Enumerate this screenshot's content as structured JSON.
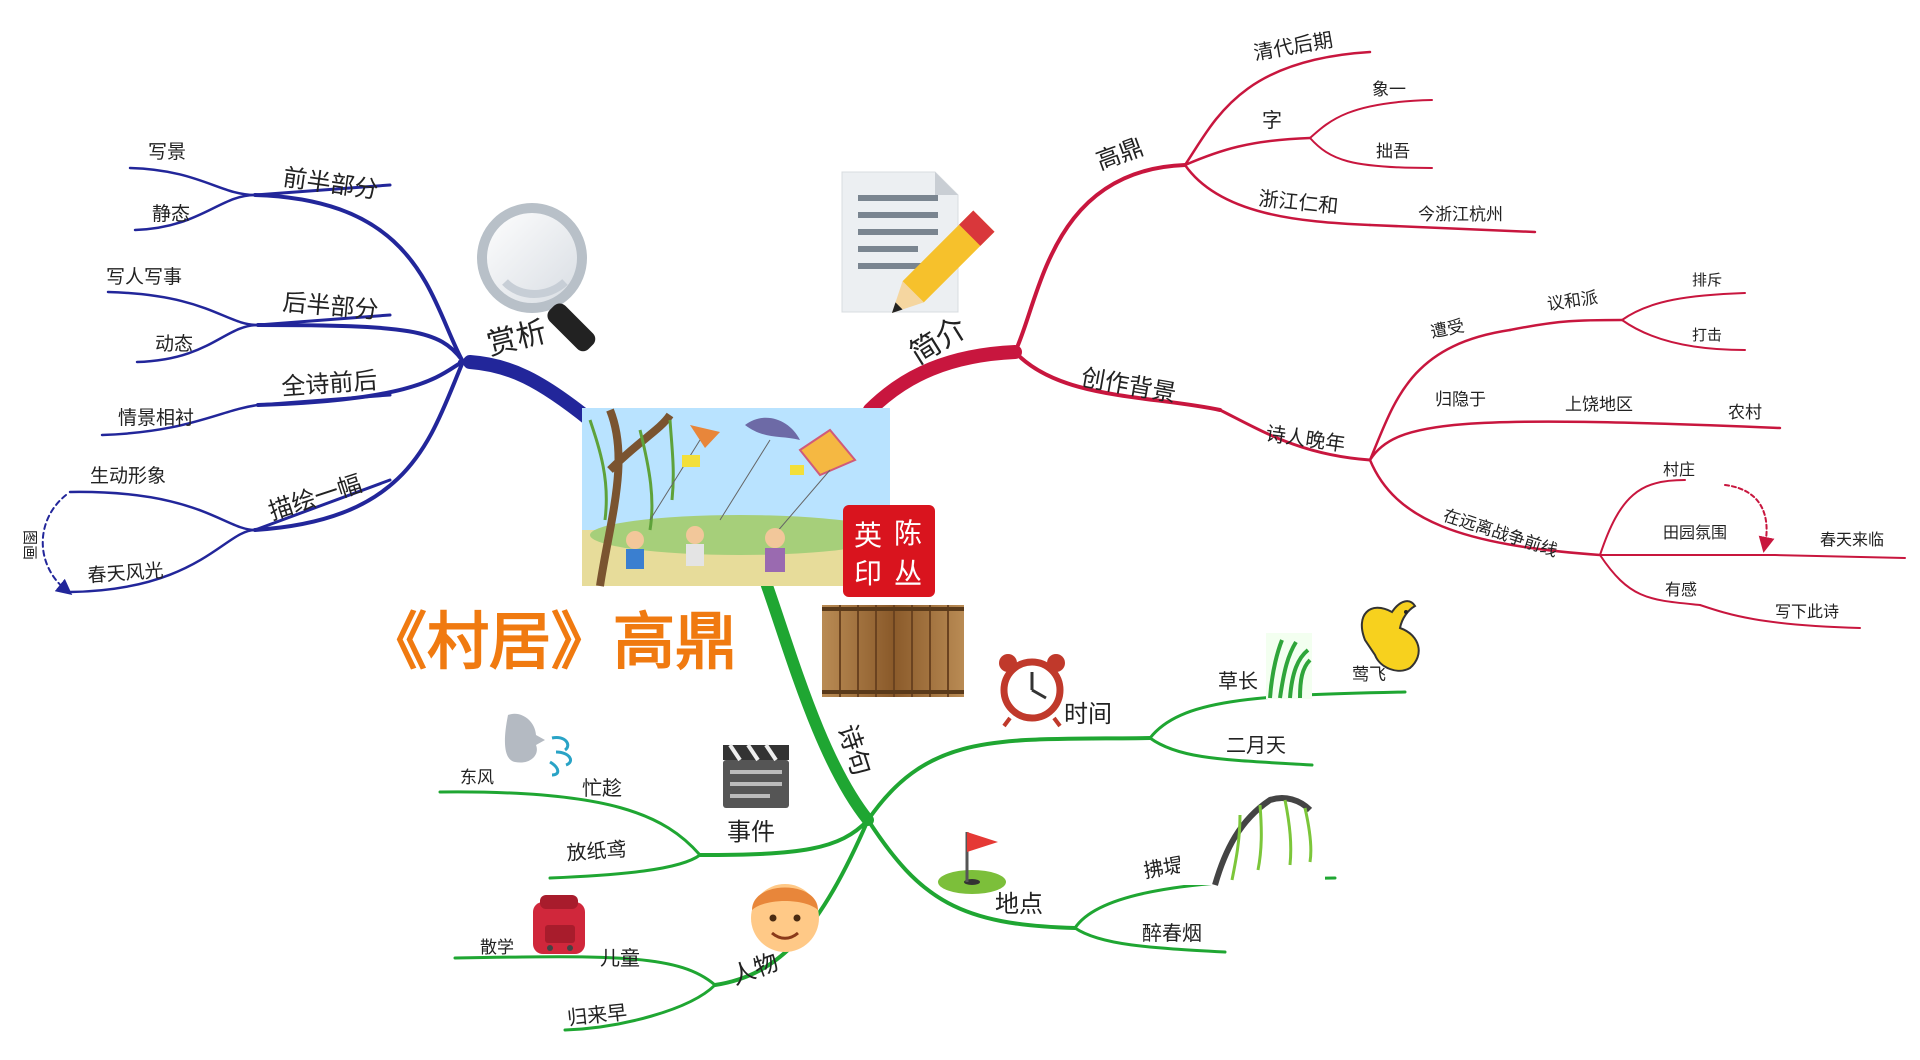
{
  "title": "《村居》高鼎",
  "colors": {
    "blue": "#22269a",
    "red": "#c8163e",
    "green": "#1fa632",
    "title": "#f07a10",
    "seal": "#d9141e"
  },
  "seal": [
    "英",
    "陈",
    "印",
    "丛"
  ],
  "branches": {
    "shangxi": {
      "label": "赏析",
      "qianban": {
        "label": "前半部分",
        "items": [
          "写景",
          "静态"
        ]
      },
      "houban": {
        "label": "后半部分",
        "items": [
          "写人写事",
          "动态"
        ]
      },
      "quanshi": {
        "label": "全诗前后",
        "items": [
          "情景相衬"
        ]
      },
      "miaohui": {
        "label": "描绘一幅",
        "items": [
          "生动形象",
          "春天风光"
        ],
        "link": "图画"
      }
    },
    "jianjie": {
      "label": "简介",
      "gaoding": {
        "label": "高鼎",
        "era": "清代后期",
        "zi": {
          "label": "字",
          "items": [
            "象一",
            "拙吾"
          ]
        },
        "home": {
          "label": "浙江仁和",
          "now": "今浙江杭州"
        }
      },
      "beijing": {
        "label": "创作背景",
        "wannian": {
          "label": "诗人晚年",
          "zaoshou": {
            "label": "遭受",
            "yihe": "议和派",
            "items": [
              "排斥",
              "打击"
            ]
          },
          "guiyin": {
            "label": "归隐于",
            "place": "上饶地区",
            "village": "农村"
          },
          "yuanli": {
            "label": "在远离战争前线",
            "items": [
              "村庄",
              "田园氛围",
              "春天来临",
              "有感",
              "写下此诗"
            ]
          }
        }
      }
    },
    "shiju": {
      "label": "诗句",
      "shijian": {
        "label": "时间",
        "caozhang": "草长",
        "yingfei": "莺飞",
        "eryue": "二月天"
      },
      "didian": {
        "label": "地点",
        "fudi": "拂堤",
        "yangliu": "杨柳",
        "zui": "醉春烟"
      },
      "shijian2": {
        "label": "事件",
        "dongfeng": "东风",
        "mangchen": "忙趁",
        "fang": "放纸鸢"
      },
      "renwu": {
        "label": "人物",
        "sanxue": "散学",
        "ertong": "儿童",
        "gui": "归来早"
      }
    }
  }
}
